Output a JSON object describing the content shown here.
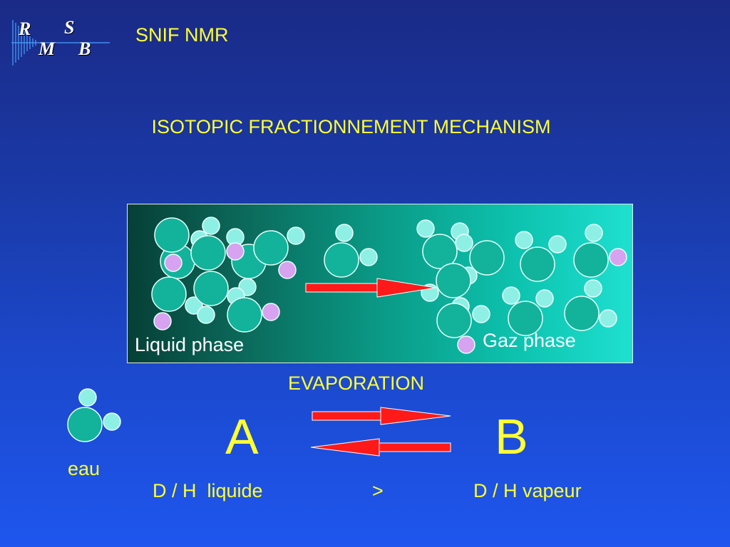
{
  "logo": {
    "letters": [
      "R",
      "S",
      "M",
      "B"
    ]
  },
  "subtitle": "SNIF NMR",
  "title": "ISOTOPIC FRACTIONNEMENT MECHANISM",
  "diagram": {
    "liquid_label": "Liquid phase",
    "gas_label": "Gaz phase",
    "colors": {
      "oxygen": "#12b39a",
      "hydrogen": "#8ef0e4",
      "deuterium": "#d7a2f0",
      "arrow": "#ff1a1a"
    }
  },
  "evaporation_label": "EVAPORATION",
  "molecule_label": "eau",
  "equilibrium": {
    "left": "A",
    "right": "B"
  },
  "ratio": {
    "left": "D / H  liquide",
    "operator": ">",
    "right": "D / H vapeur"
  },
  "colors": {
    "text_accent": "#ffff33",
    "background": "#1e4ad0"
  }
}
